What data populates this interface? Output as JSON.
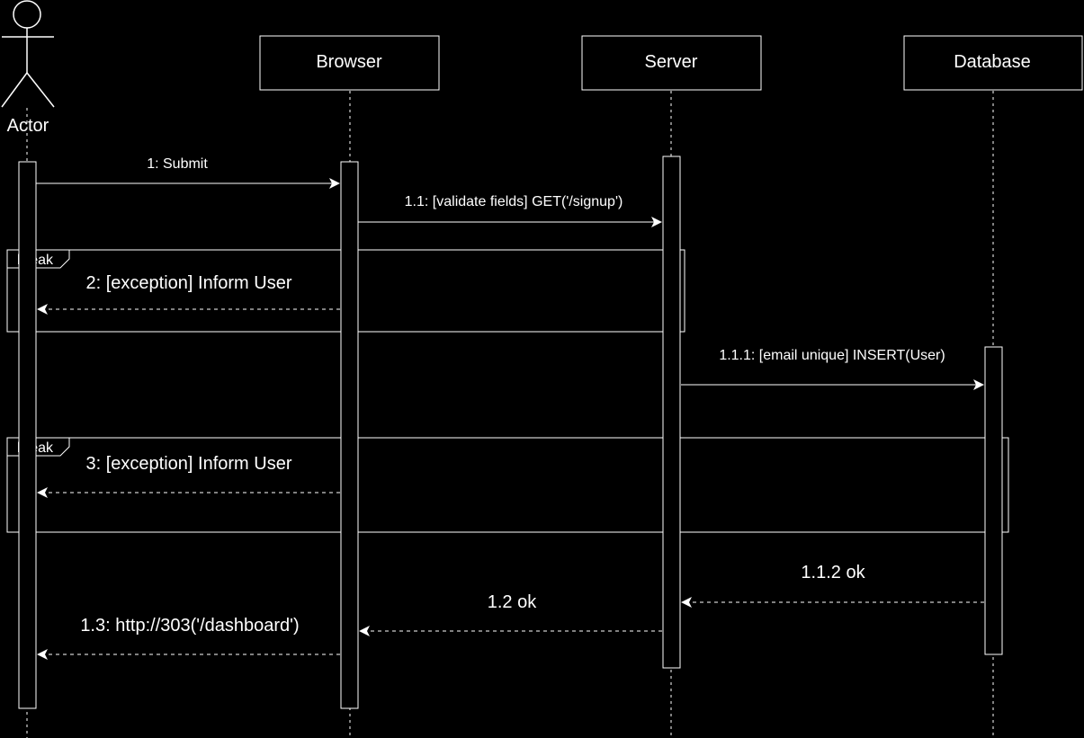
{
  "participants": {
    "actor": "Actor",
    "browser": "Browser",
    "server": "Server",
    "database": "Database"
  },
  "messages": {
    "m1": "1: Submit",
    "m1_1": "1.1: [validate fields] GET('/signup')",
    "m2": "2: [exception] Inform User",
    "m1_1_1": "1.1.1: [email unique] INSERT(User)",
    "m3": "3: [exception] Inform User",
    "m1_1_2": "1.1.2 ok",
    "m1_2": "1.2 ok",
    "m1_3": "1.3: http://303('/dashboard')"
  },
  "frames": {
    "break1": "break",
    "break2": "break"
  },
  "colors": {
    "background": "#000000",
    "foreground": "#ffffff"
  }
}
